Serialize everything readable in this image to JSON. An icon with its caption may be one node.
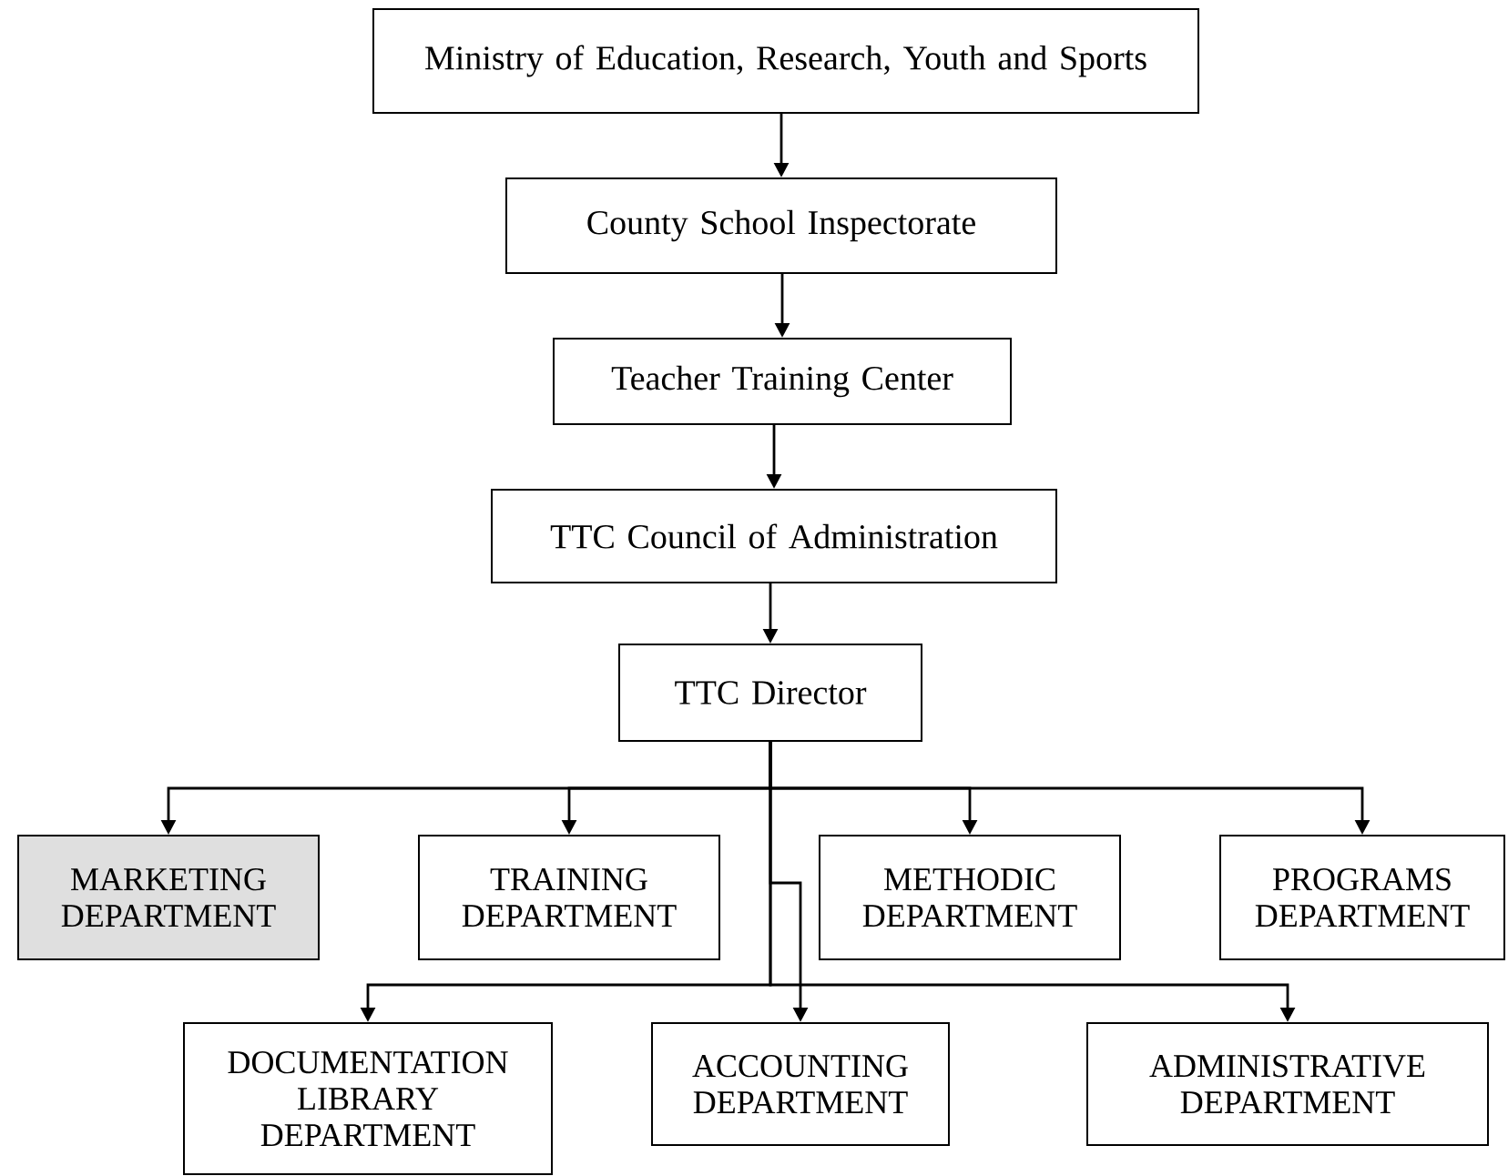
{
  "diagram": {
    "nodes": [
      {
        "text": [
          "Ministry of Education, Research, Youth and Sports"
        ]
      },
      {
        "text": [
          "County School Inspectorate"
        ]
      },
      {
        "text": [
          "Teacher Training Center"
        ]
      },
      {
        "text": [
          "TTC Council of Administration"
        ]
      },
      {
        "text": [
          "TTC Director"
        ]
      },
      {
        "text": [
          "MARKETING DEPARTMENT"
        ]
      },
      {
        "text": [
          "TRAINING DEPARTMENT"
        ]
      },
      {
        "text": [
          "METHODIC DEPARTMENT"
        ]
      },
      {
        "text": [
          "PROGRAMS DEPARTMENT"
        ]
      },
      {
        "text": [
          "DOCUMENTATION LIBRARY DEPARTMENT"
        ]
      },
      {
        "text": [
          "ACCOUNTING DEPARTMENT"
        ]
      },
      {
        "text": [
          "ADMINISTRATIVE DEPARTMENT"
        ]
      }
    ],
    "edges": [
      {
        "from": 0,
        "to": 1,
        "arrow": "to"
      },
      {
        "from": 1,
        "to": 2,
        "arrow": "to"
      },
      {
        "from": 2,
        "to": 3,
        "arrow": "to"
      },
      {
        "from": 3,
        "to": 4,
        "arrow": "to"
      },
      {
        "from": 4,
        "to": 5,
        "arrow": "to"
      },
      {
        "from": 4,
        "to": 6,
        "arrow": "to"
      },
      {
        "from": 4,
        "to": 7,
        "arrow": "to"
      },
      {
        "from": 4,
        "to": 8,
        "arrow": "to"
      },
      {
        "from": 4,
        "to": 9,
        "arrow": "to"
      },
      {
        "from": 4,
        "to": 10,
        "arrow": "to"
      },
      {
        "from": 4,
        "to": 11,
        "arrow": "to"
      }
    ]
  }
}
